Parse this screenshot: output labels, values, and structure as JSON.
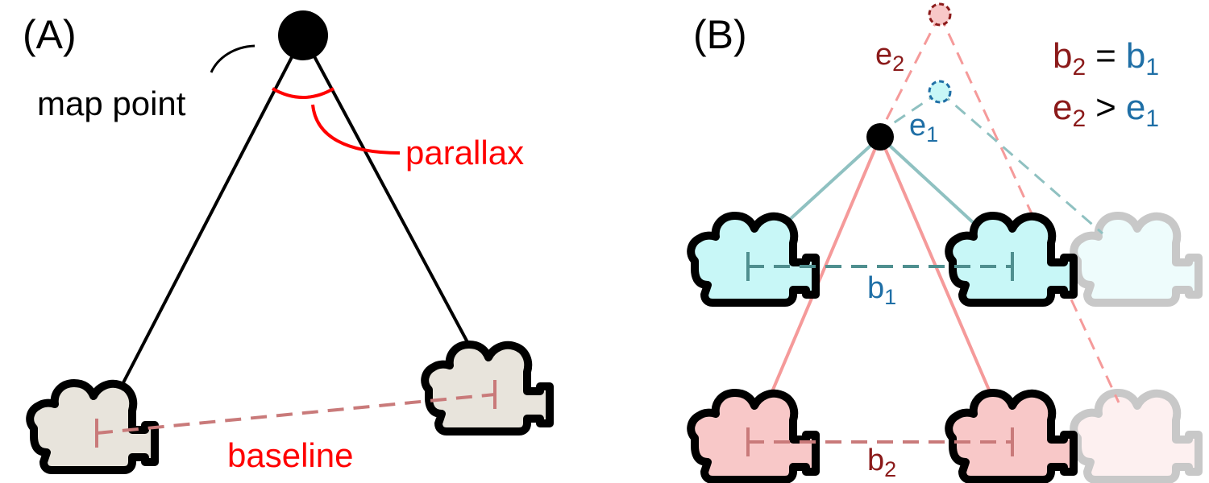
{
  "panel_a": {
    "label": "(A)",
    "map_point_label": "map point",
    "parallax_label": "parallax",
    "baseline_label": "baseline"
  },
  "panel_b": {
    "label": "(B)",
    "e2_label": {
      "base": "e",
      "sub": "2"
    },
    "e1_label": {
      "base": "e",
      "sub": "1"
    },
    "b1_label": {
      "base": "b",
      "sub": "1"
    },
    "b2_label": {
      "base": "b",
      "sub": "2"
    },
    "equation_line1": {
      "lhs_base": "b",
      "lhs_sub": "2",
      "op": "=",
      "rhs_base": "b",
      "rhs_sub": "1"
    },
    "equation_line2": {
      "lhs_base": "e",
      "lhs_sub": "2",
      "op": ">",
      "rhs_base": "e",
      "rhs_sub": "1"
    }
  },
  "colors": {
    "black": "#000000",
    "red": "#ff0000",
    "dark_red": "#8b1a1a",
    "blue": "#1f6fa6",
    "teal_line": "#8fc1c1",
    "teal_dash": "#4f8f8f",
    "pink_line": "#f59a9a",
    "baseline_dash": "#c97a7a",
    "camera_gray": "#e8e4dc",
    "camera_cyan": "#c8f7f7",
    "camera_pink": "#f8c8c8",
    "camera_faded_cyan": "#eefcfc",
    "camera_faded_pink": "#fdf0f0",
    "faded_stroke": "#c8c8c8"
  },
  "icons": [
    "camera-icon",
    "map-point-marker"
  ]
}
